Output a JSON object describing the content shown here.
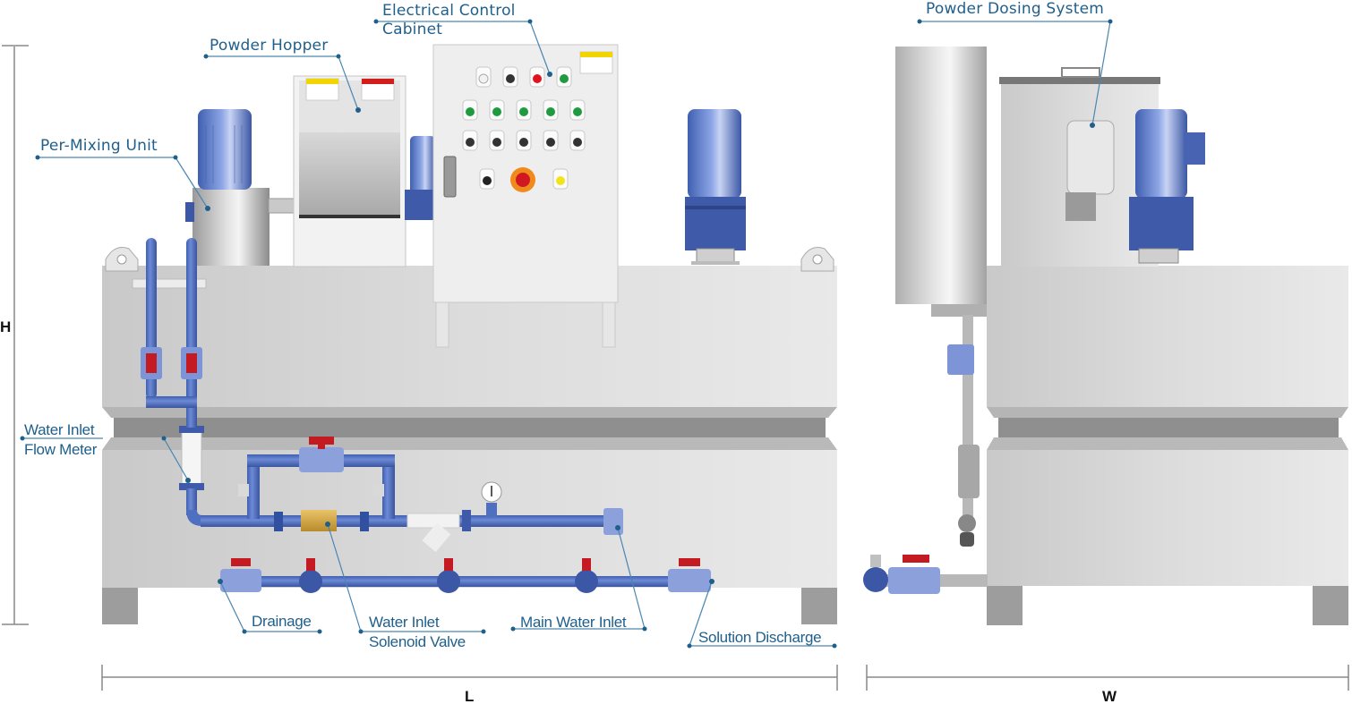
{
  "diagram": {
    "labels": {
      "electrical_cabinet_line1": "Electrical Control",
      "electrical_cabinet_line2": "Cabinet",
      "powder_hopper": "Powder Hopper",
      "pre_mixing_unit": "Per-Mixing Unit",
      "flow_meter_line1": "Water Inlet",
      "flow_meter_line2": "Flow Meter",
      "drainage": "Drainage",
      "solenoid_line1": "Water Inlet",
      "solenoid_line2": "Solenoid Valve",
      "main_water_inlet": "Main Water Inlet",
      "solution_discharge": "Solution Discharge",
      "powder_dosing_system": "Powder Dosing System"
    },
    "dimensions": {
      "height": "H",
      "length": "L",
      "width": "W"
    },
    "control_panel": {
      "row1": [
        "white-lamp",
        "selector-switch",
        "red-lamp",
        "green-lamp"
      ],
      "row2": [
        "green-lamp",
        "green-lamp",
        "green-lamp",
        "green-lamp",
        "green-lamp"
      ],
      "row3": [
        "selector-switch",
        "selector-switch",
        "selector-switch",
        "selector-switch",
        "selector-switch"
      ],
      "row4": [
        "black-button",
        "emergency-stop",
        "yellow-lamp"
      ]
    },
    "colors": {
      "callout_text": "#1f5f8b",
      "callout_line": "#4a86b0",
      "pipe_blue": "#4f72c4",
      "motor_blue": "#5b78c8",
      "tank_gray": "#d4d4d4",
      "valve_red": "#cc1a22"
    }
  }
}
